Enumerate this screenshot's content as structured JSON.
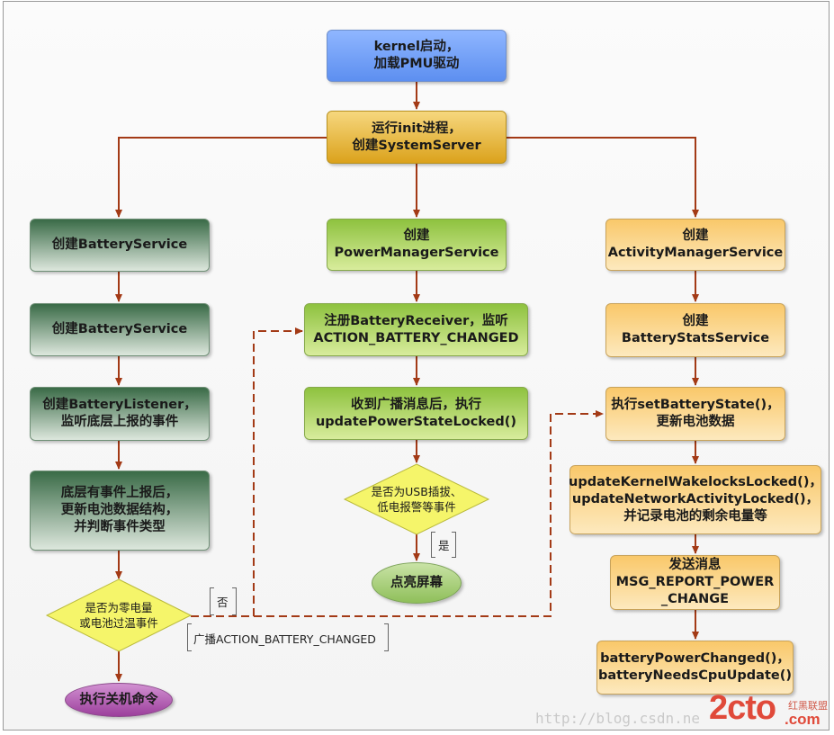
{
  "colors": {
    "arrow": "#a33a16",
    "boot": "#6f9cf7",
    "system": "#e6b535",
    "battery_column": "#3d6e49",
    "power_column": "#9cd049",
    "activity_column": "#f9c86a",
    "decision": "#f5f56a",
    "screen_oval": "#a8d27a",
    "shutdown_oval": "#b65cb6"
  },
  "nodes": {
    "kernel": {
      "line1": "kernel启动，",
      "line2": "加载PMU驱动"
    },
    "init": {
      "line1": "运行init进程，",
      "line2": "创建SystemServer"
    },
    "battery_service_1": {
      "line1": "创建BatteryService"
    },
    "battery_service_2": {
      "line1": "创建BatteryService"
    },
    "battery_listener": {
      "line1": "创建BatteryListener，",
      "line2": "监听底层上报的事件"
    },
    "bottom_event": {
      "line1": "底层有事件上报后，",
      "line2": "更新电池数据结构，",
      "line3": "并判断事件类型"
    },
    "power_manager": {
      "line1": "创建",
      "line2": "PowerManagerService"
    },
    "register_receiver": {
      "line1": "注册BatteryReceiver，监听",
      "line2": "ACTION_BATTERY_CHANGED"
    },
    "receive_broadcast": {
      "line1": "收到广播消息后，执行",
      "line2": "updatePowerStateLocked()"
    },
    "activity_manager": {
      "line1": "创建",
      "line2": "ActivityManagerService"
    },
    "battery_stats": {
      "line1": "创建",
      "line2": "BatteryStatsService"
    },
    "set_battery_state": {
      "line1": "执行setBatteryState()，",
      "line2": "更新电池数据"
    },
    "update_wakelocks": {
      "line1": "updateKernelWakelocksLocked()，",
      "line2": "updateNetworkActivityLocked()，",
      "line3": "并记录电池的剩余电量等"
    },
    "send_message": {
      "line1": "发送消息",
      "line2": "MSG_REPORT_POWER",
      "line3": "_CHANGE"
    },
    "battery_power_changed": {
      "line1": "batteryPowerChanged()，",
      "line2": "batteryNeedsCpuUpdate()"
    }
  },
  "decisions": {
    "zero_power": {
      "line1": "是否为零电量",
      "line2": "或电池过温事件"
    },
    "usb_event": {
      "line1": "是否为USB插拔、",
      "line2": "低电报警等事件"
    }
  },
  "terminals": {
    "light_screen": "点亮屏幕",
    "shutdown": "执行关机命令"
  },
  "edge_labels": {
    "yes": "是",
    "no": "否",
    "broadcast": "广播ACTION_BATTERY_CHANGED"
  },
  "watermark": {
    "url": "http://blog.csdn.ne",
    "logo_main": "2cto",
    "logo_domain": ".com",
    "logo_top": "红黑联盟"
  }
}
